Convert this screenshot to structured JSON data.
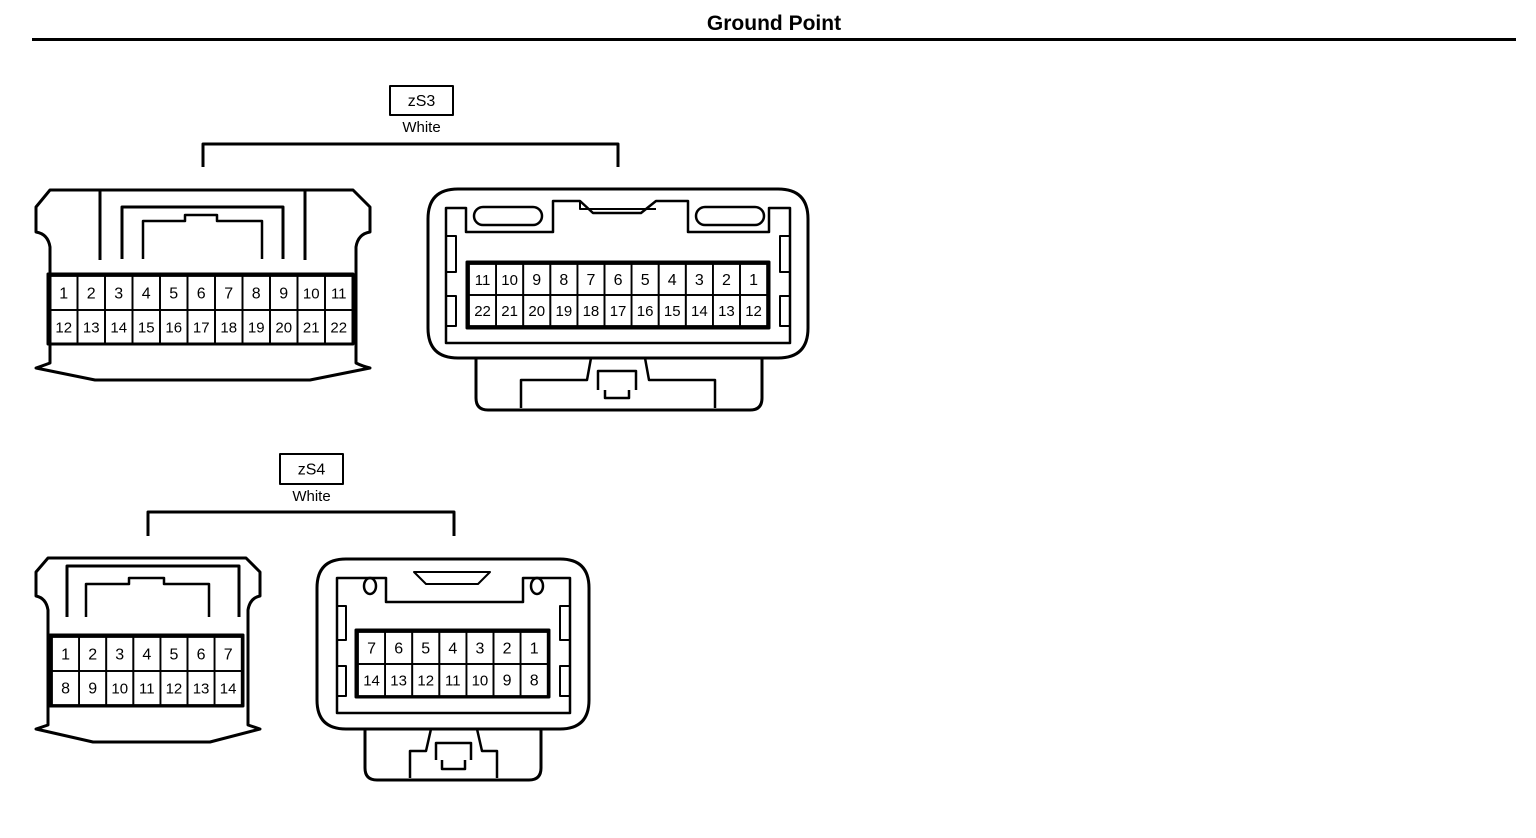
{
  "page": {
    "title": "Ground Point"
  },
  "connectors": [
    {
      "id": "zS3",
      "color_label": "White",
      "harness_side_pins": [
        [
          "1",
          "2",
          "3",
          "4",
          "5",
          "6",
          "7",
          "8",
          "9",
          "10",
          "11"
        ],
        [
          "12",
          "13",
          "14",
          "15",
          "16",
          "17",
          "18",
          "19",
          "20",
          "21",
          "22"
        ]
      ],
      "device_side_pins": [
        [
          "11",
          "10",
          "9",
          "8",
          "7",
          "6",
          "5",
          "4",
          "3",
          "2",
          "1"
        ],
        [
          "22",
          "21",
          "20",
          "19",
          "18",
          "17",
          "16",
          "15",
          "14",
          "13",
          "12"
        ]
      ]
    },
    {
      "id": "zS4",
      "color_label": "White",
      "harness_side_pins": [
        [
          "1",
          "2",
          "3",
          "4",
          "5",
          "6",
          "7"
        ],
        [
          "8",
          "9",
          "10",
          "11",
          "12",
          "13",
          "14"
        ]
      ],
      "device_side_pins": [
        [
          "7",
          "6",
          "5",
          "4",
          "3",
          "2",
          "1"
        ],
        [
          "14",
          "13",
          "12",
          "11",
          "10",
          "9",
          "8"
        ]
      ]
    }
  ]
}
